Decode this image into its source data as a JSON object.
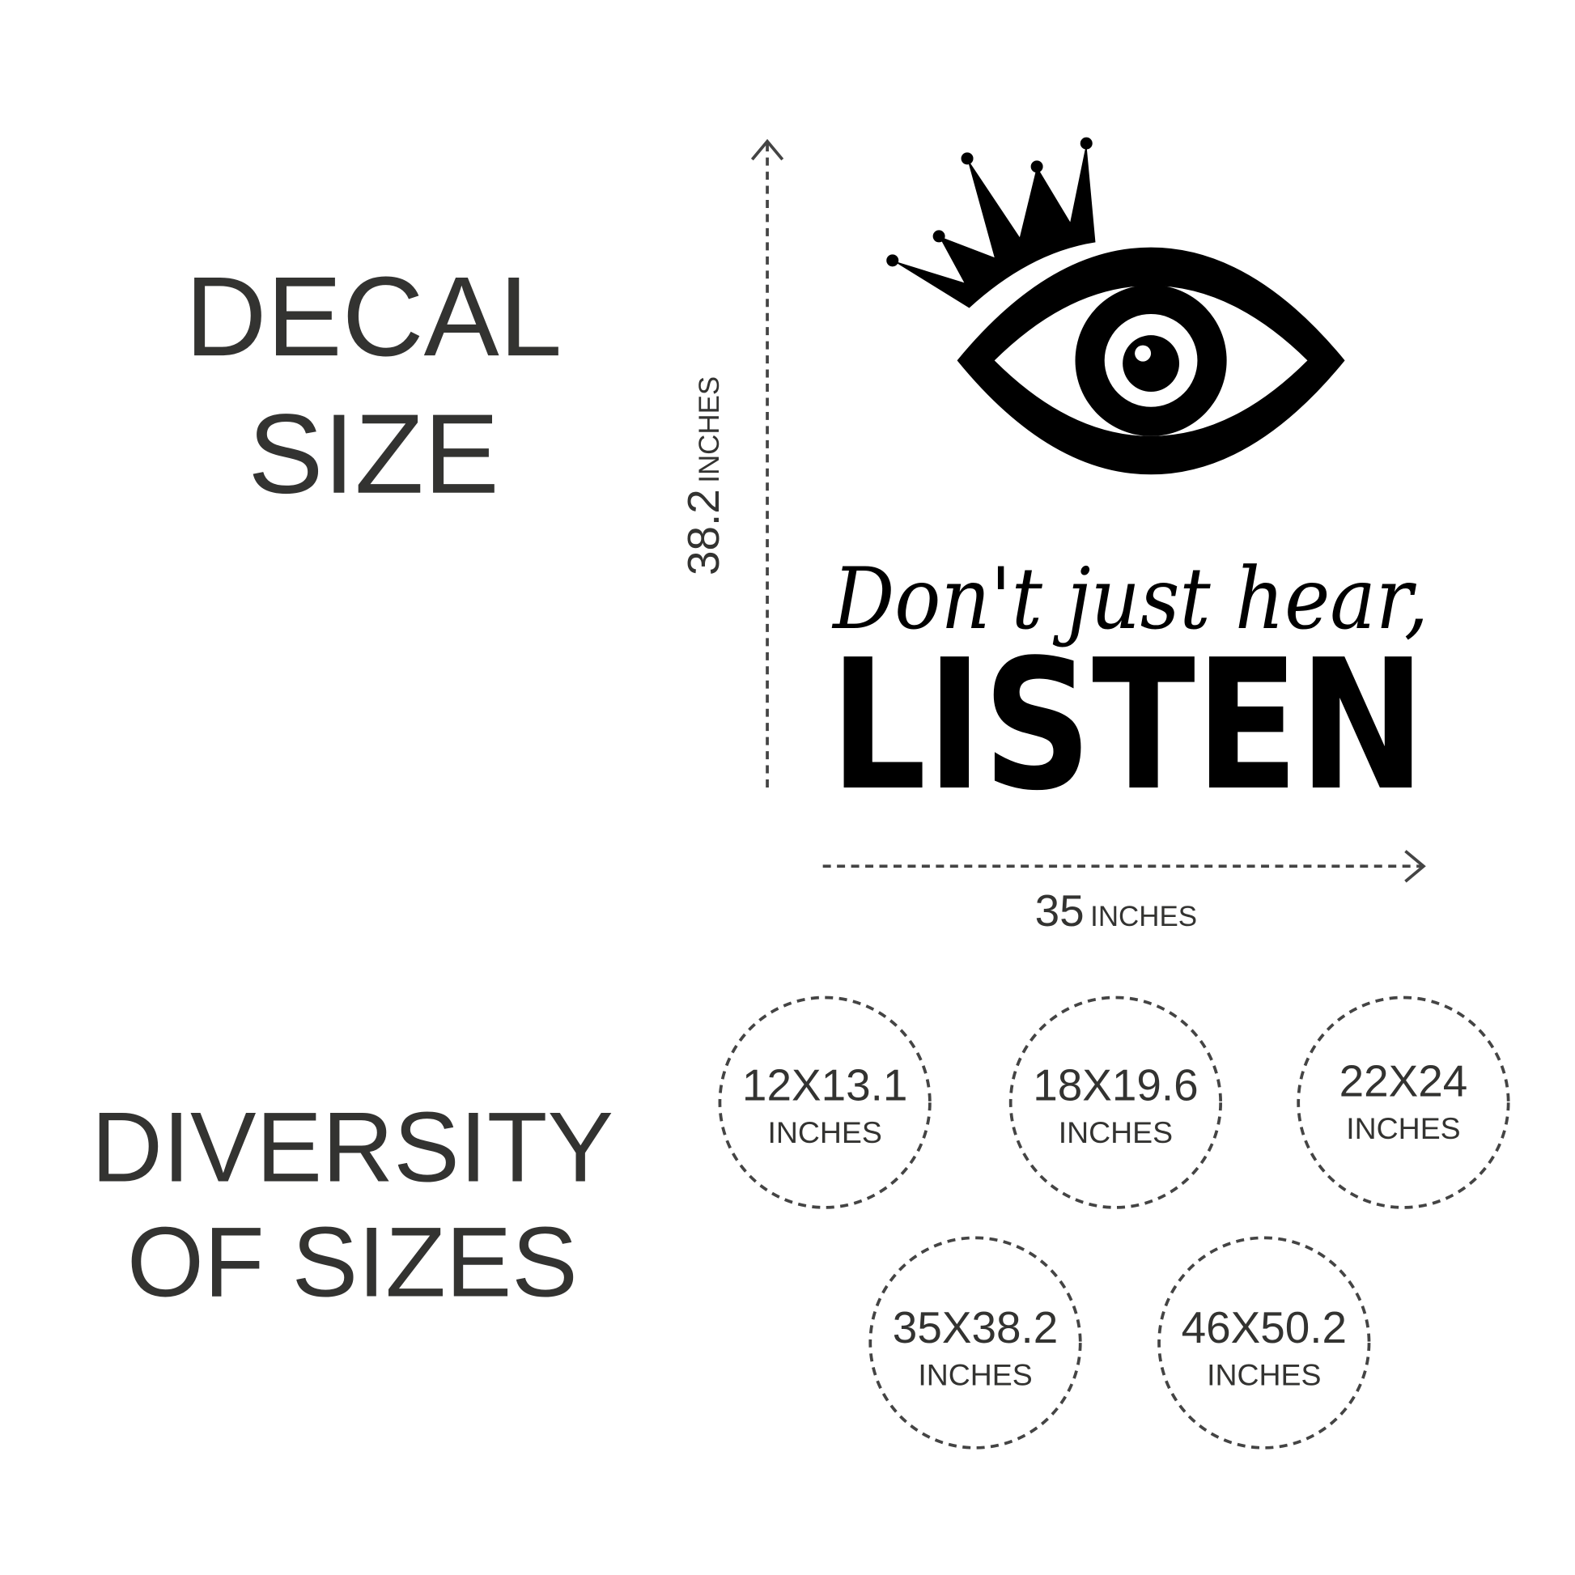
{
  "heading_decal": {
    "line1": "DECAL",
    "line2": "SIZE"
  },
  "heading_diversity": {
    "line1": "DIVERSITY",
    "line2": "OF SIZES"
  },
  "decal": {
    "script_text": "Don't just hear,",
    "bold_text": "LISTEN",
    "icon": "crowned-eye"
  },
  "dimensions": {
    "height_value": "38.2",
    "height_unit": "INCHES",
    "width_value": "35",
    "width_unit": "INCHES"
  },
  "sizes": [
    {
      "value": "12X13.1",
      "unit": "INCHES"
    },
    {
      "value": "18X19.6",
      "unit": "INCHES"
    },
    {
      "value": "22X24",
      "unit": "INCHES"
    },
    {
      "value": "35X38.2",
      "unit": "INCHES"
    },
    {
      "value": "46X50.2",
      "unit": "INCHES"
    }
  ],
  "colors": {
    "text": "#333331",
    "decal": "#000000",
    "background": "#ffffff"
  }
}
